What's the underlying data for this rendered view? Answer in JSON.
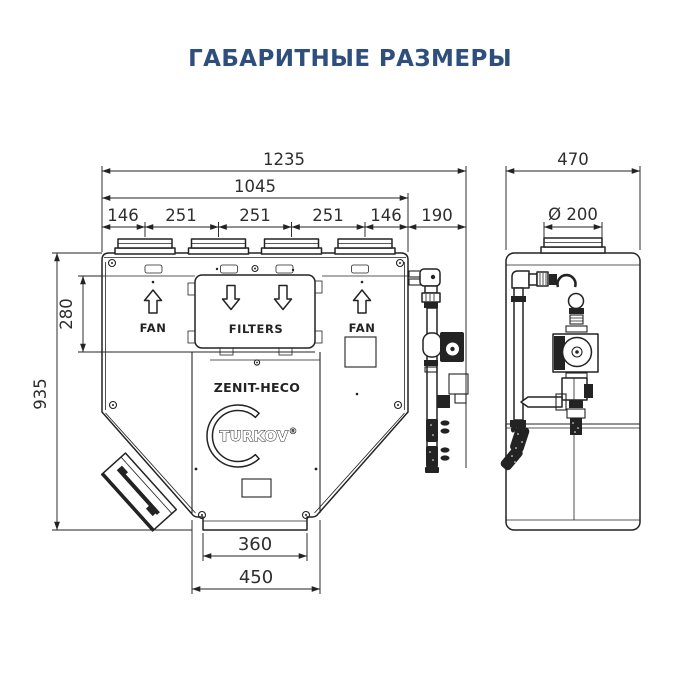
{
  "page": {
    "title": "ГАБАРИТНЫЕ РАЗМЕРЫ"
  },
  "colors": {
    "title": "#2e4f7d",
    "line": "#232323",
    "dim_text": "#2e2e2e"
  },
  "front_view": {
    "dims": {
      "total_width": "1235",
      "body_width": "1045",
      "spacings": [
        "146",
        "251",
        "251",
        "251",
        "146"
      ],
      "piping_width": "190",
      "panel_height": "280",
      "total_height": "935",
      "outlet_width": "360",
      "outlet_flange_width": "450"
    },
    "labels": {
      "fan_left": "FAN",
      "filters": "FILTERS",
      "fan_right": "FAN",
      "model": "ZENIT-HECO",
      "brand": "TURKOV",
      "registered_mark": "®"
    }
  },
  "side_view": {
    "dims": {
      "depth": "470",
      "duct_diameter": "Ø 200"
    }
  }
}
